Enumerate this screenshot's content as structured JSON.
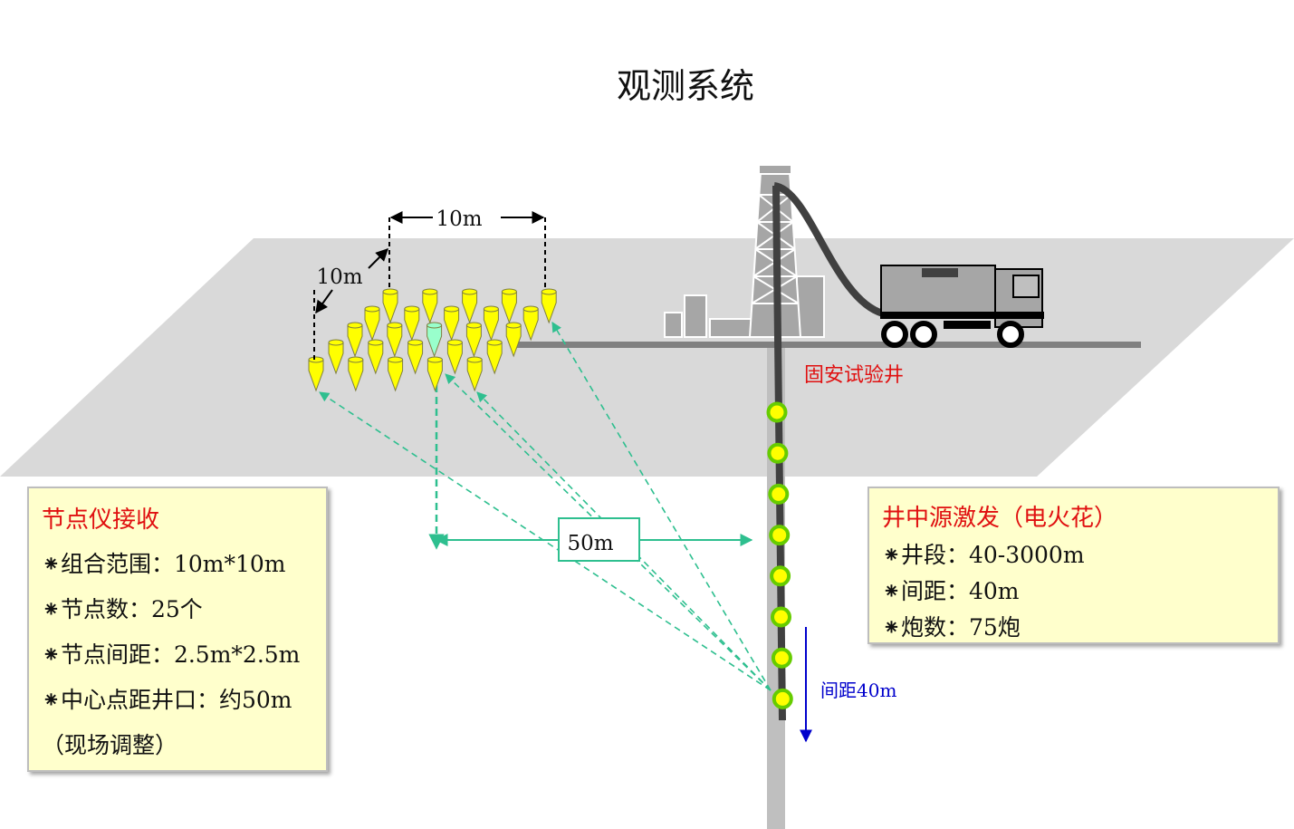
{
  "title": "观测系统",
  "dim_top": "10m",
  "dim_left": "10m",
  "distance_label": "50m",
  "well_name": "固安试验井",
  "spacing_label": "间距40m",
  "left_box": {
    "heading": "节点仪接收",
    "lines": [
      "⁕组合范围：10m*10m",
      "⁕节点数：25个",
      "⁕节点间距：2.5m*2.5m",
      "⁕中心点距井口：约50m",
      "（现场调整）"
    ]
  },
  "right_box": {
    "heading": "井中源激发（电火花）",
    "lines": [
      "⁕井段：40-3000m",
      "⁕间距：40m",
      "⁕炮数：75炮"
    ]
  },
  "colors": {
    "ground": "#d9d9d9",
    "surface_line": "#808080",
    "node_fill": "#ffff00",
    "center_node_fill": "#99ffcc",
    "ray": "#2ebf8f",
    "source_ring": "#66cc00",
    "heading_red": "#e01010",
    "spacing_blue": "#0000cc",
    "box_fill": "#ffffcc"
  },
  "icons": [
    "derrick-icon",
    "truck-icon",
    "building-icon",
    "node-sensor-icon",
    "source-point-icon"
  ]
}
